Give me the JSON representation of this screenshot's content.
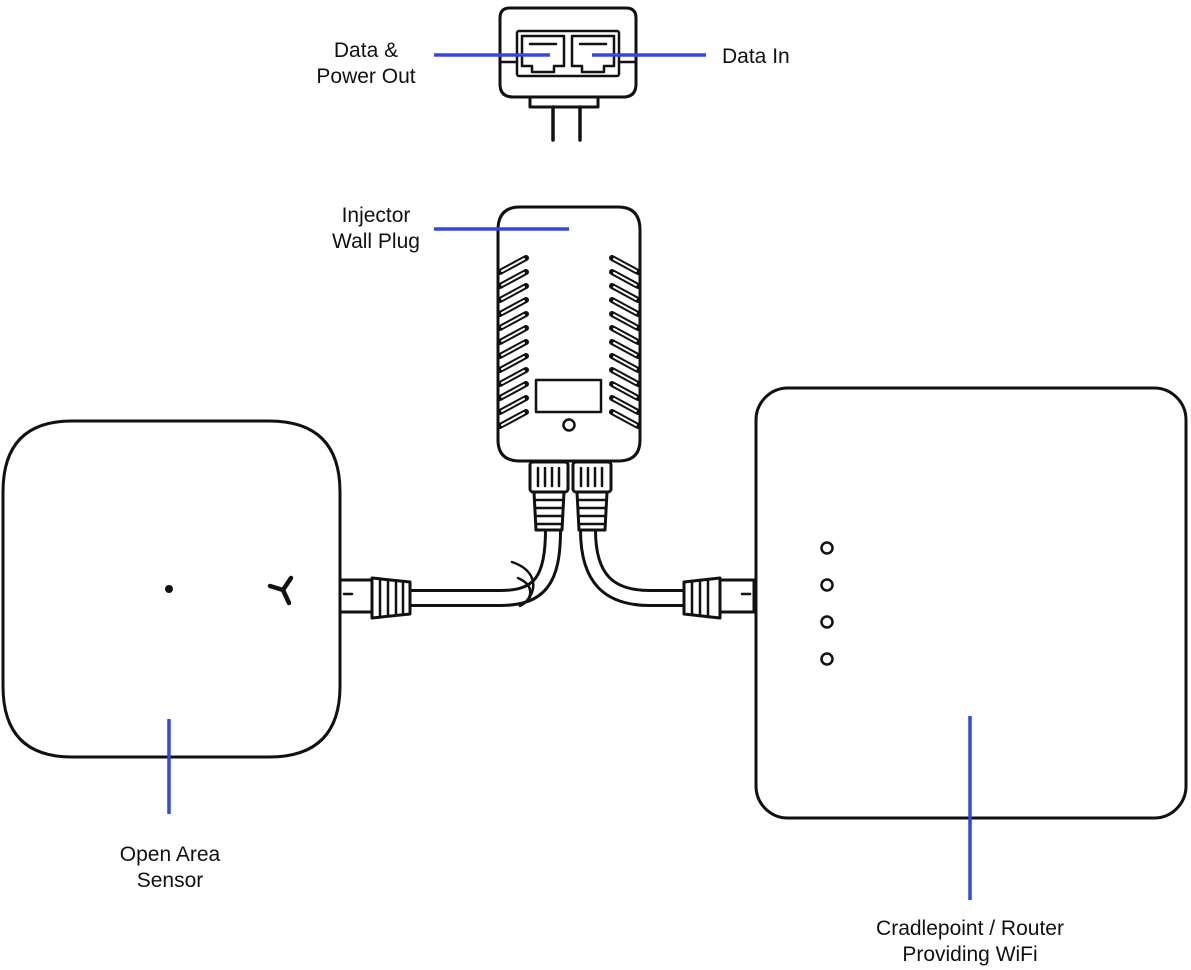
{
  "labels": {
    "data_power_out": [
      "Data &",
      "Power Out"
    ],
    "data_in": [
      "Data In"
    ],
    "injector": [
      "Injector",
      "Wall Plug"
    ],
    "sensor": [
      "Open Area",
      "Sensor"
    ],
    "router": [
      "Cradlepoint / Router",
      "Providing WiFi"
    ]
  },
  "colors": {
    "leader_line": "#3548d6",
    "outline": "#111111",
    "background": "#ffffff"
  },
  "icons": {
    "sensor_logo": "three-spoke-logo-icon",
    "router_status_lights": 4
  }
}
